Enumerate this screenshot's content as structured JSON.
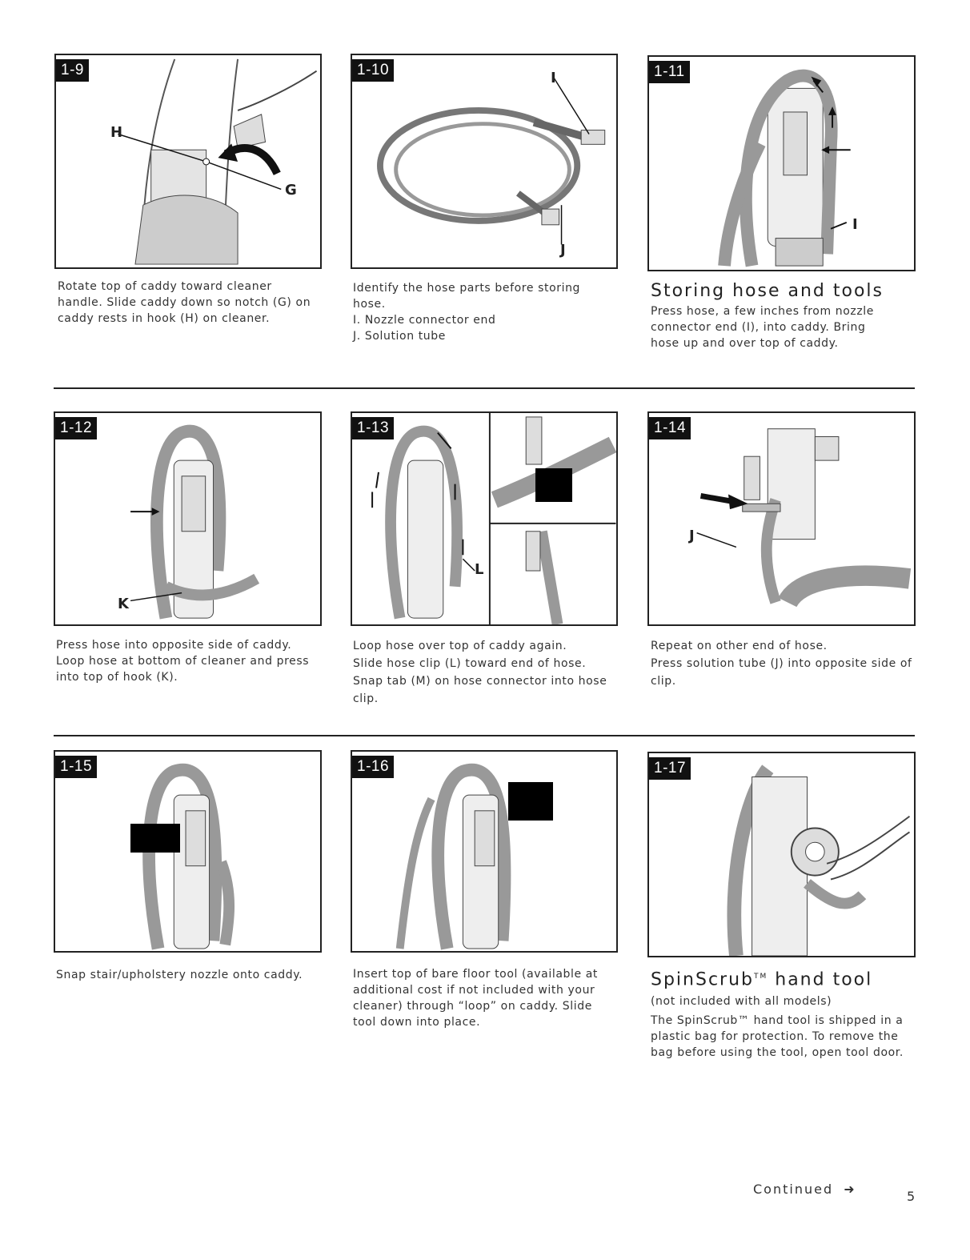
{
  "figures": [
    {
      "id": "1-9",
      "labels": [
        "H",
        "G"
      ],
      "caption": [
        "Rotate top of caddy toward cleaner handle. Slide caddy down so notch (G) on caddy rests in hook (H) on cleaner."
      ]
    },
    {
      "id": "1-10",
      "labels": [
        "I",
        "J"
      ],
      "caption": [
        "Identify the hose parts before storing hose.",
        "I. Nozzle connector end",
        "J. Solution tube"
      ]
    },
    {
      "id": "1-11",
      "labels": [
        "I"
      ],
      "heading": "Storing hose and tools",
      "caption": [
        "Press hose, a few inches from nozzle connector end (I), into caddy. Bring hose up and over top of caddy."
      ]
    },
    {
      "id": "1-12",
      "labels": [
        "K"
      ],
      "caption": [
        "Press hose into opposite side of caddy.",
        "Loop hose at bottom of cleaner and press into top of hook (K)."
      ]
    },
    {
      "id": "1-13",
      "labels": [
        "L"
      ],
      "caption": [
        "Loop hose over top of caddy again.",
        "Slide hose clip (L) toward end of hose.",
        "Snap tab (M) on hose connector into hose clip."
      ]
    },
    {
      "id": "1-14",
      "labels": [
        "J"
      ],
      "caption": [
        "Repeat on other end of hose.",
        "Press solution tube (J) into opposite side of clip."
      ]
    },
    {
      "id": "1-15",
      "caption": [
        "Snap stair/upholstery nozzle onto caddy."
      ]
    },
    {
      "id": "1-16",
      "caption": [
        "Insert top of bare floor tool (available at additional cost if not included with your cleaner) through “loop” on caddy. Slide tool down into place."
      ]
    },
    {
      "id": "1-17",
      "heading": "SpinScrub",
      "heading_tm": "TM",
      "heading_rest": " hand tool",
      "caption": [
        "(not included with all models)",
        "The SpinScrub™ hand tool is shipped in a plastic bag for protection. To remove the bag before using the tool, open tool door."
      ]
    }
  ],
  "footer": {
    "continued": "Continued",
    "arrow": "➜",
    "page": "5"
  },
  "colors": {
    "line": "#222222",
    "hose": "#9a9a9a",
    "redaction": "#000000"
  }
}
